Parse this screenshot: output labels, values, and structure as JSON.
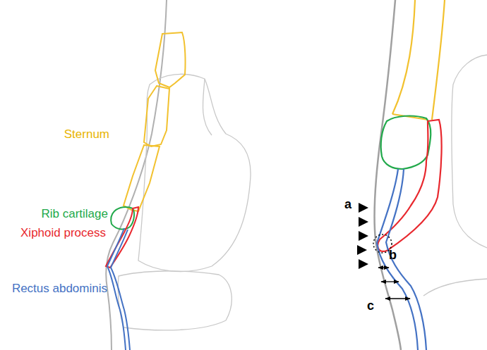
{
  "diagram": {
    "labels": [
      "Sternum",
      "Rib cartilage",
      "Xiphoid process",
      "Rectus abdominis",
      "a",
      "b",
      "c"
    ]
  }
}
